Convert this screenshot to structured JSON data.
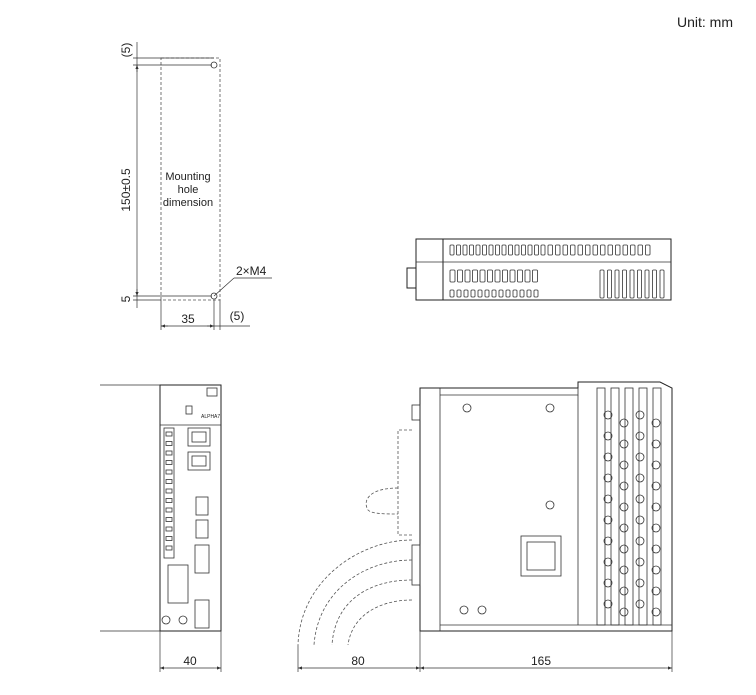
{
  "unit_label": "Unit: mm",
  "mounting": {
    "label_lines": [
      "Mounting",
      "hole",
      "dimension"
    ],
    "dim_top_offset": "(5)",
    "dim_height": "150±0.5",
    "dim_bottom": "5",
    "dim_width": "35",
    "dim_side_offset": "(5)",
    "screw_callout": "2×M4"
  },
  "front_view": {
    "dim_width": "40",
    "brand_text": "ALPHA7"
  },
  "side_view": {
    "dim_cable_clearance": "80",
    "dim_depth": "165"
  }
}
